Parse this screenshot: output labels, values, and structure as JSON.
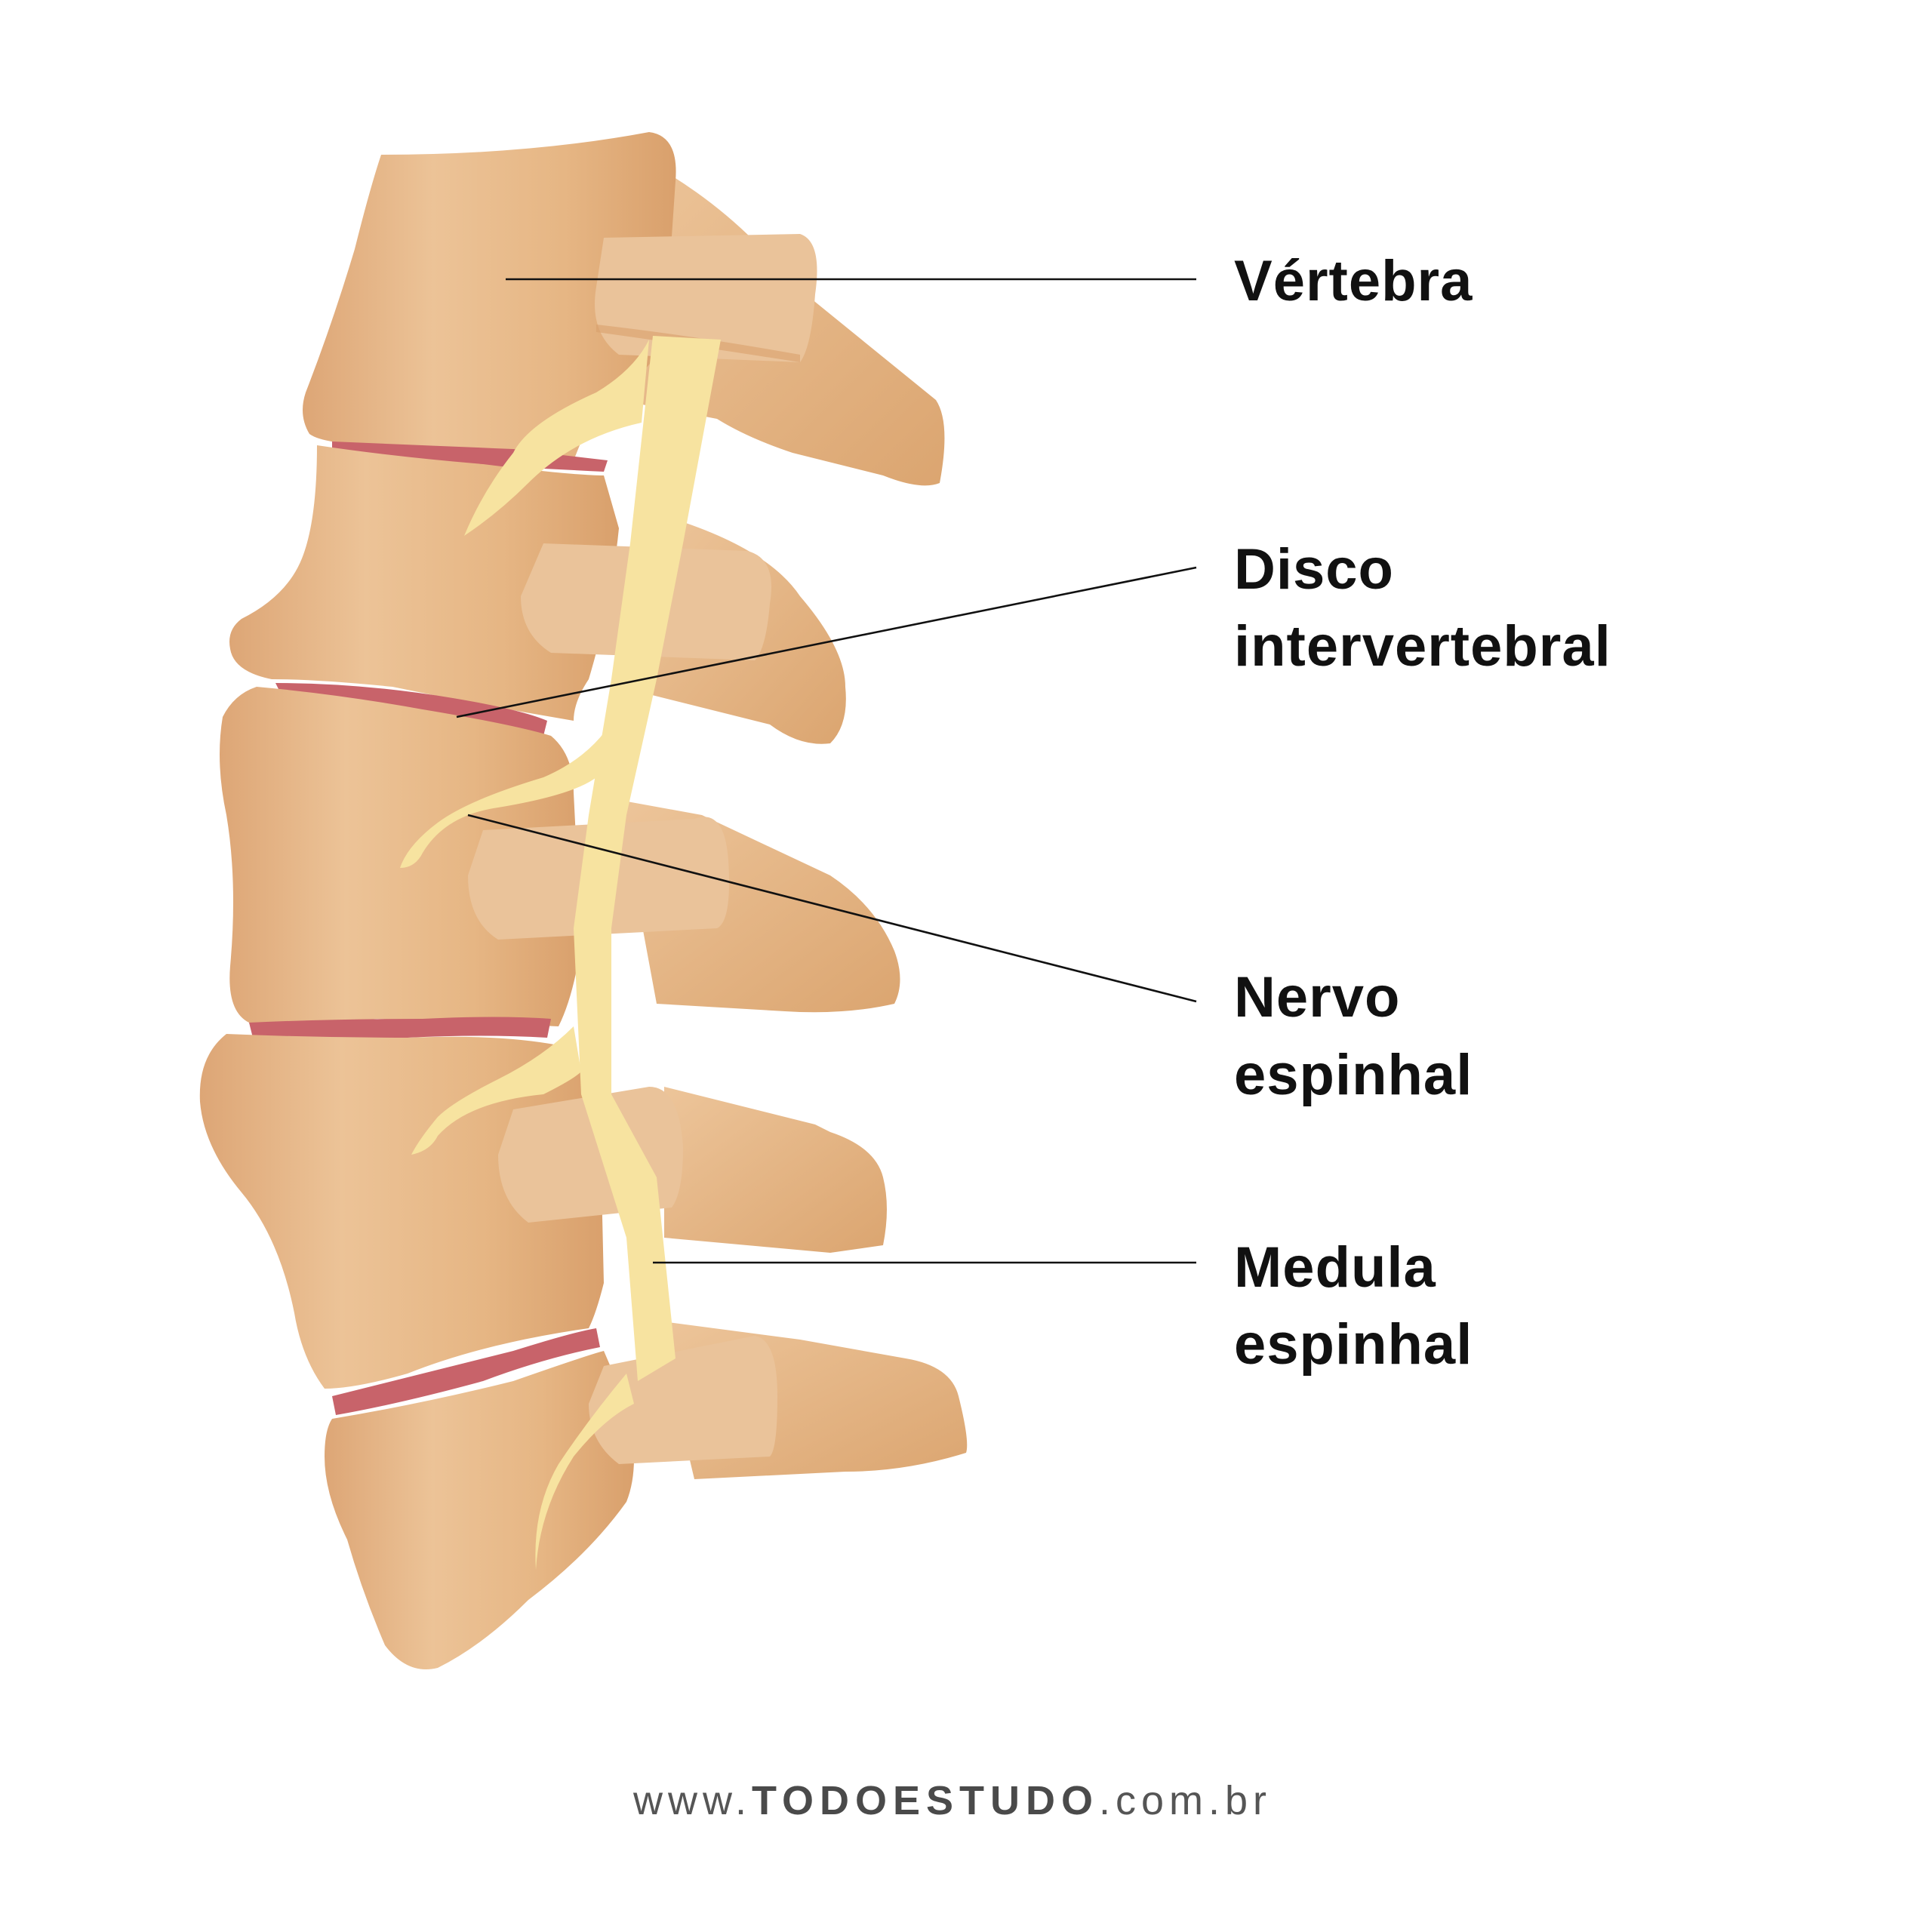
{
  "labels": {
    "vertebra": "Vértebra",
    "disco_line1": "Disco",
    "disco_line2": "intervertebral",
    "nervo_line1": "Nervo",
    "nervo_line2": "espinhal",
    "medula_line1": "Medula",
    "medula_line2": "espinhal"
  },
  "footer": {
    "prefix": "www.",
    "brand": "TODOESTUDO",
    "suffix": ".com.br"
  },
  "colors": {
    "bone": "#e8b98a",
    "bone_shadow": "#d9a06c",
    "bone_highlight": "#f0cca3",
    "disc": "#c8636a",
    "nerve": "#f7e3a0",
    "text": "#111111",
    "footer_text": "#555555"
  }
}
